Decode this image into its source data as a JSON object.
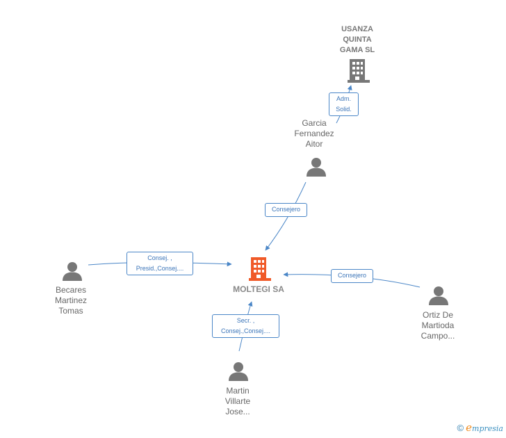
{
  "nodes": {
    "usanza": {
      "label": "USANZA\nQUINTA\nGAMA SL",
      "icon": "building-icon",
      "color": "#777777"
    },
    "moltegi": {
      "label": "MOLTEGI SA",
      "icon": "building-icon",
      "color": "#f05a28"
    },
    "garcia": {
      "label": "Garcia\nFernandez\nAitor",
      "icon": "person-icon",
      "color": "#777777"
    },
    "becares": {
      "label": "Becares\nMartinez\nTomas",
      "icon": "person-icon",
      "color": "#777777"
    },
    "ortiz": {
      "label": "Ortiz De\nMartioda\nCampo...",
      "icon": "person-icon",
      "color": "#777777"
    },
    "martin": {
      "label": "Martin\nVillarte\nJose...",
      "icon": "person-icon",
      "color": "#777777"
    }
  },
  "edges": {
    "garcia_usanza": "Adm.\nSolid.",
    "garcia_moltegi": "Consejero",
    "becares_moltegi": "Consej. ,\nPresid.,Consej....",
    "ortiz_moltegi": "Consejero",
    "martin_moltegi": "Secr. ,\nConsej.,Consej...."
  },
  "colors": {
    "edge": "#4a86c7",
    "person": "#777777",
    "company": "#777777",
    "main_company": "#f05a28"
  },
  "footer": {
    "copyright": "©",
    "brand_e": "e",
    "brand_rest": "mpresia"
  }
}
